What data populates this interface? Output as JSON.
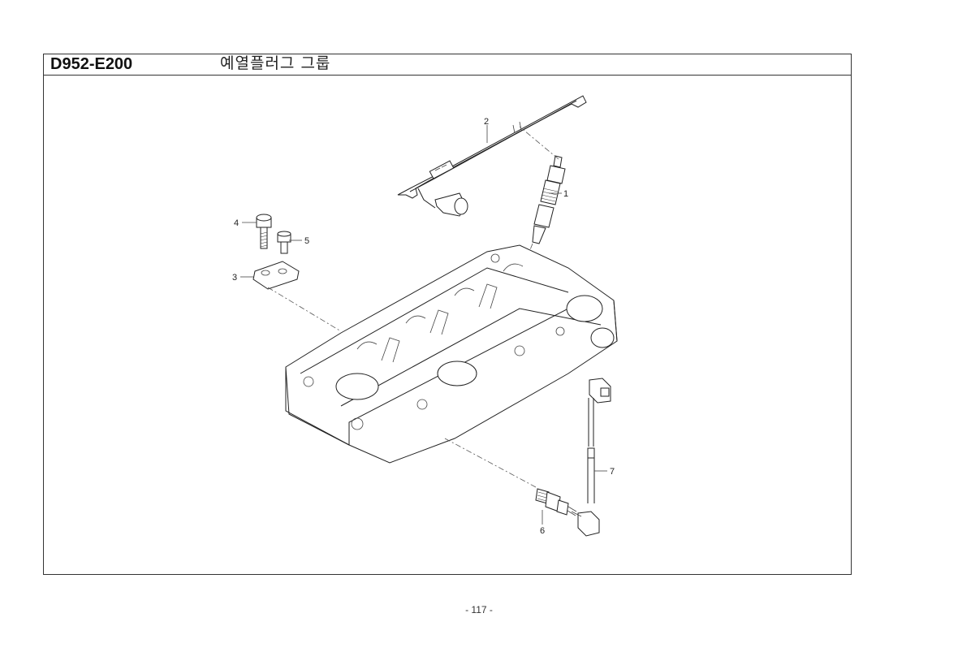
{
  "header": {
    "code": "D952-E200",
    "title": "예열플러그 그룹"
  },
  "callouts": {
    "c1": "1",
    "c2": "2",
    "c3": "3",
    "c4": "4",
    "c5": "5",
    "c6": "6",
    "c7": "7"
  },
  "footer": {
    "page": "- 117 -"
  }
}
